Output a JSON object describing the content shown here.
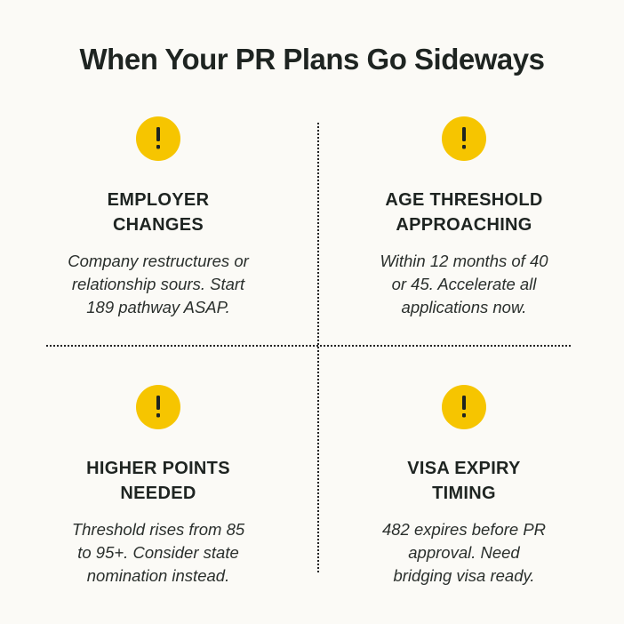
{
  "title": "When Your PR Plans Go Sideways",
  "accent_color": "#f6c500",
  "cards": [
    {
      "icon": "exclamation-icon",
      "title": "EMPLOYER\nCHANGES",
      "description": "Company restructures or\nrelationship sours. Start\n189 pathway ASAP."
    },
    {
      "icon": "exclamation-icon",
      "title": "AGE THRESHOLD\nAPPROACHING",
      "description": "Within 12 months of 40\nor 45. Accelerate all\napplications now."
    },
    {
      "icon": "exclamation-icon",
      "title": "HIGHER POINTS\nNEEDED",
      "description": "Threshold rises from 85\nto 95+. Consider state\nnomination instead."
    },
    {
      "icon": "exclamation-icon",
      "title": "VISA EXPIRY\nTIMING",
      "description": "482 expires before PR\napproval. Need\nbridging visa ready."
    }
  ]
}
